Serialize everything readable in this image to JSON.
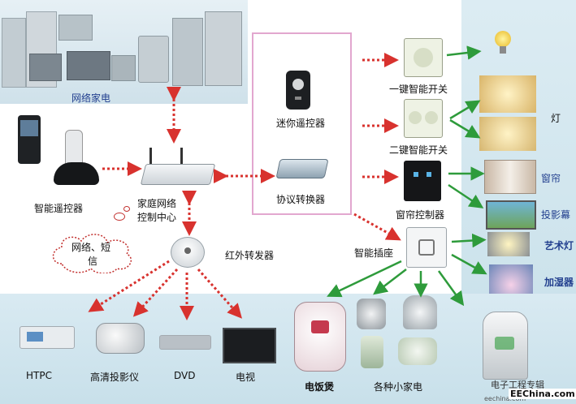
{
  "labels": {
    "net_appliances": "网络家电",
    "smart_remote": "智能遥控器",
    "home_network_1": "家庭网络",
    "home_network_2": "控制中心",
    "mini_remote": "迷你遥控器",
    "protocol_converter": "协议转换器",
    "one_key_switch": "一键智能开关",
    "two_key_switch": "二键智能开关",
    "curtain_controller": "窗帘控制器",
    "smart_socket": "智能插座",
    "ir_forwarder": "红外转发器",
    "cloud_line1": "网络、短",
    "cloud_line2": "信",
    "lamp": "灯",
    "curtain": "窗帘",
    "projection_screen": "投影幕",
    "art_lamp": "艺术灯",
    "humidifier": "加湿器",
    "htpc": "HTPC",
    "projector": "高清投影仪",
    "dvd": "DVD",
    "tv": "电视",
    "rice_cooker": "电饭煲",
    "small_appliances": "各种小家电",
    "watermark_1": "EEChina.com",
    "watermark_2": "电子工程专辑",
    "watermark_3": "eechina.com"
  },
  "colors": {
    "red_arrow": "#d8322e",
    "green_arrow": "#2e9b3b",
    "highlight_box": "#e2a7cf",
    "blue_text": "#23408f"
  }
}
